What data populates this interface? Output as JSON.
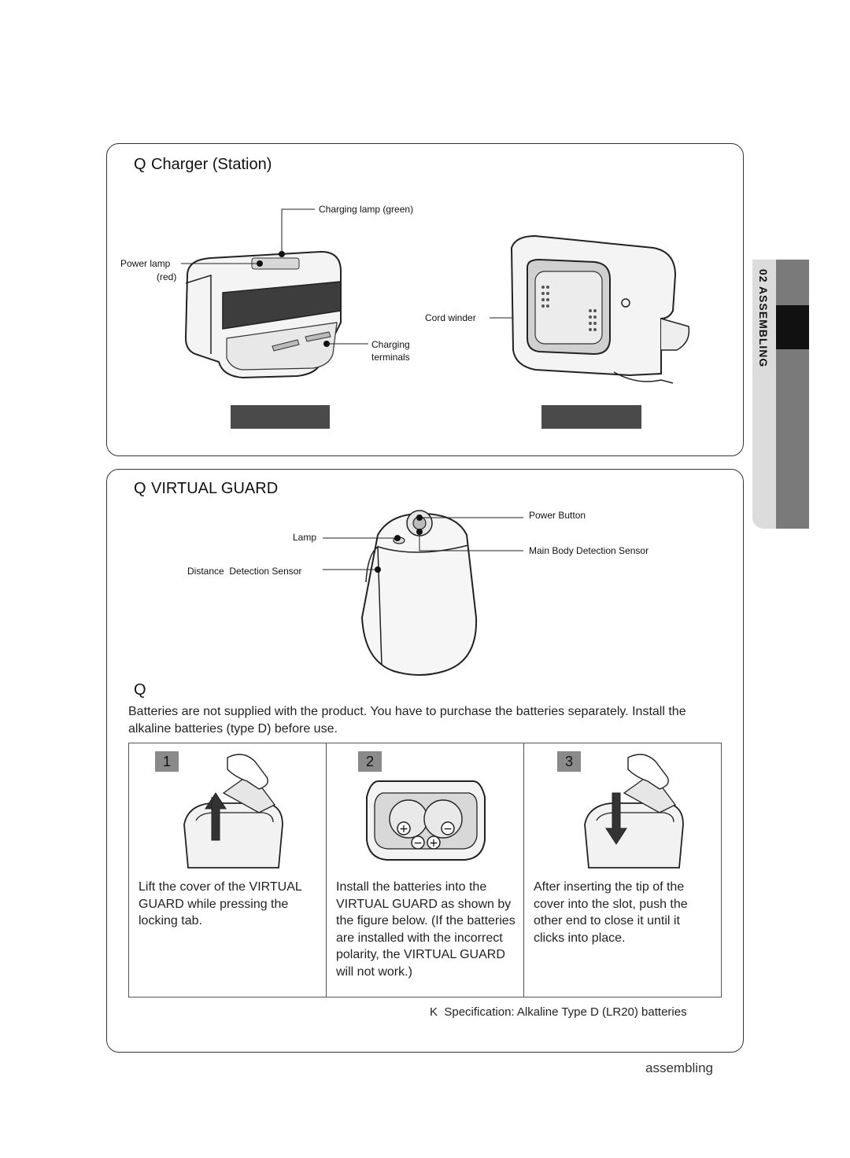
{
  "sidebar": {
    "chapter": "02 ASSEMBLING"
  },
  "charger": {
    "bullet": "Q",
    "title": "Charger (Station)",
    "labels": {
      "charging_lamp": "Charging lamp (green)",
      "power_lamp_1": "Power lamp",
      "power_lamp_2": "(red)",
      "cord_winder": "Cord winder",
      "charging_terminals_1": "Charging",
      "charging_terminals_2": "terminals"
    }
  },
  "virtual_guard": {
    "bullet": "Q",
    "title": "VIRTUAL GUARD",
    "labels": {
      "power_button": "Power Button",
      "lamp": "Lamp",
      "main_body_sensor": "Main Body Detection Sensor",
      "distance_sensor": "Distance  Detection Sensor"
    }
  },
  "batteries": {
    "bullet": "Q",
    "intro": "Batteries are not supplied with the product. You have to purchase the batteries separately. Install the alkaline batteries (type D) before use.",
    "steps": [
      {
        "num": "1",
        "text": "Lift the cover of the VIRTUAL GUARD while pressing the locking tab."
      },
      {
        "num": "2",
        "text": "Install the batteries into the VIRTUAL GUARD as shown by the figure below. (If the batteries are installed with the incorrect polarity, the VIRTUAL GUARD will not work.)"
      },
      {
        "num": "3",
        "text": "After inserting the tip of the cover into the slot, push the other end to close it until it clicks into place."
      }
    ],
    "spec_bullet": "K",
    "spec": "Specification: Alkaline Type D (LR20) batteries"
  },
  "footer": {
    "text": "assembling"
  }
}
